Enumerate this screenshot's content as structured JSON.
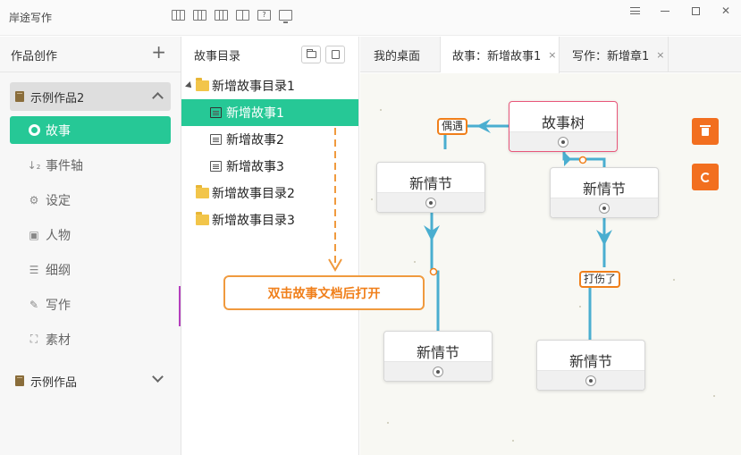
{
  "app": {
    "title": "岸途写作"
  },
  "titlebar": {
    "tool_icons": [
      "layout-3col-icon",
      "layout-3col-icon",
      "layout-3col-icon",
      "layout-2col-icon",
      "help-icon",
      "monitor-icon"
    ],
    "help_glyph": "?",
    "window_controls": [
      "menu-icon",
      "minimize-icon",
      "maximize-icon",
      "close-icon"
    ],
    "close_glyph": "✕"
  },
  "sidebar": {
    "title": "作品创作",
    "add_glyph": "+",
    "projects": [
      {
        "label": "示例作品2",
        "expanded": true
      },
      {
        "label": "示例作品",
        "expanded": false
      }
    ],
    "nav": [
      {
        "label": "故事",
        "icon": "lifebuoy-icon",
        "active": true
      },
      {
        "label": "事件轴",
        "icon": "sort-numeric-icon",
        "glyph": "↓₂"
      },
      {
        "label": "设定",
        "icon": "gears-icon",
        "glyph": "⚙"
      },
      {
        "label": "人物",
        "icon": "id-card-icon",
        "glyph": "▣"
      },
      {
        "label": "细纲",
        "icon": "list-icon",
        "glyph": "☰"
      },
      {
        "label": "写作",
        "icon": "pencil-icon",
        "glyph": "✎"
      },
      {
        "label": "素材",
        "icon": "image-icon",
        "glyph": "⛶"
      }
    ]
  },
  "tree": {
    "title": "故事目录",
    "items": [
      {
        "label": "新增故事目录1",
        "type": "folder",
        "expanded": true
      },
      {
        "label": "新增故事1",
        "type": "doc",
        "selected": true
      },
      {
        "label": "新增故事2",
        "type": "doc"
      },
      {
        "label": "新增故事3",
        "type": "doc"
      },
      {
        "label": "新增故事目录2",
        "type": "folder"
      },
      {
        "label": "新增故事目录3",
        "type": "folder"
      }
    ]
  },
  "tabs": [
    {
      "label": "我的桌面",
      "closable": false,
      "active": false
    },
    {
      "label": "故事：新增故事1",
      "closable": true,
      "active": true
    },
    {
      "label": "写作：新增章1",
      "closable": true,
      "active": false
    }
  ],
  "tab_close_glyph": "×",
  "canvas": {
    "nodes": [
      {
        "label": "故事树",
        "root": true
      },
      {
        "label": "新情节"
      },
      {
        "label": "新情节"
      },
      {
        "label": "新情节"
      },
      {
        "label": "新情节"
      }
    ],
    "edge_labels": [
      "偶遇",
      "打伤了"
    ],
    "line_color": "#4aaed0",
    "accent_color": "#f07f1a",
    "action_buttons": [
      {
        "icon": "trash-icon"
      },
      {
        "icon": "refresh-icon"
      }
    ]
  },
  "annotation": {
    "text": "双击故事文档后打开"
  },
  "colors": {
    "accent": "#26c896",
    "orange": "#f26f1f",
    "root_border": "#e8567a"
  }
}
